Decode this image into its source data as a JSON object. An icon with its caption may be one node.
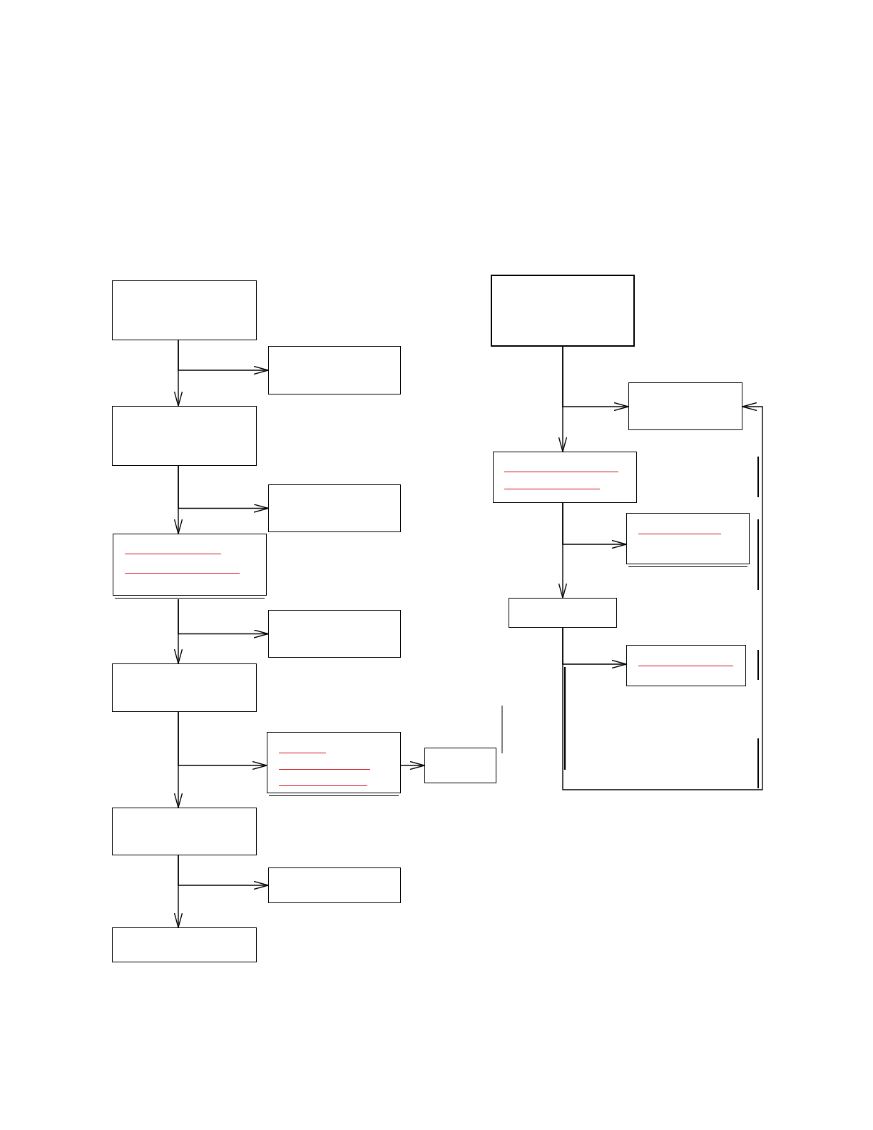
{
  "diagram": {
    "nodes": [
      {
        "text": [],
        "shape": "box"
      },
      {
        "text": [],
        "shape": "box"
      },
      {
        "text": [],
        "shape": "box"
      },
      {
        "text": [],
        "shape": "box"
      },
      {
        "text": [],
        "shape": "box"
      },
      {
        "text": [],
        "shape": "box"
      },
      {
        "text": [],
        "shape": "box"
      },
      {
        "text": [],
        "shape": "box"
      },
      {
        "text": [],
        "shape": "box"
      },
      {
        "text": [],
        "shape": "box"
      },
      {
        "text": [],
        "shape": "box"
      },
      {
        "text": [],
        "shape": "box"
      },
      {
        "text": [],
        "shape": "box"
      },
      {
        "text": [],
        "shape": "box"
      },
      {
        "text": [],
        "shape": "box"
      },
      {
        "text": [],
        "shape": "box"
      },
      {
        "text": [],
        "shape": "box"
      },
      {
        "text": [],
        "shape": "box"
      }
    ],
    "edges": [
      {
        "from": 0,
        "to": 2,
        "arrow": "to"
      },
      {
        "from": 0,
        "to": 1,
        "arrow": "to"
      },
      {
        "from": 2,
        "to": 4,
        "arrow": "to"
      },
      {
        "from": 2,
        "to": 3,
        "arrow": "to"
      },
      {
        "from": 4,
        "to": 6,
        "arrow": "to"
      },
      {
        "from": 4,
        "to": 5,
        "arrow": "to"
      },
      {
        "from": 6,
        "to": 9,
        "arrow": "to"
      },
      {
        "from": 6,
        "to": 7,
        "arrow": "to"
      },
      {
        "from": 7,
        "to": 8,
        "arrow": "to"
      },
      {
        "from": 9,
        "to": 11,
        "arrow": "to"
      },
      {
        "from": 9,
        "to": 10,
        "arrow": "to"
      },
      {
        "from": 12,
        "to": 14,
        "arrow": "to"
      },
      {
        "from": 12,
        "to": 13,
        "arrow": "to"
      },
      {
        "from": 14,
        "to": 16,
        "arrow": "to"
      },
      {
        "from": 14,
        "to": 15,
        "arrow": "to"
      },
      {
        "from": 16,
        "to": 17,
        "arrow": "to"
      },
      {
        "from": 16,
        "to": 13,
        "arrow": "to"
      }
    ]
  }
}
